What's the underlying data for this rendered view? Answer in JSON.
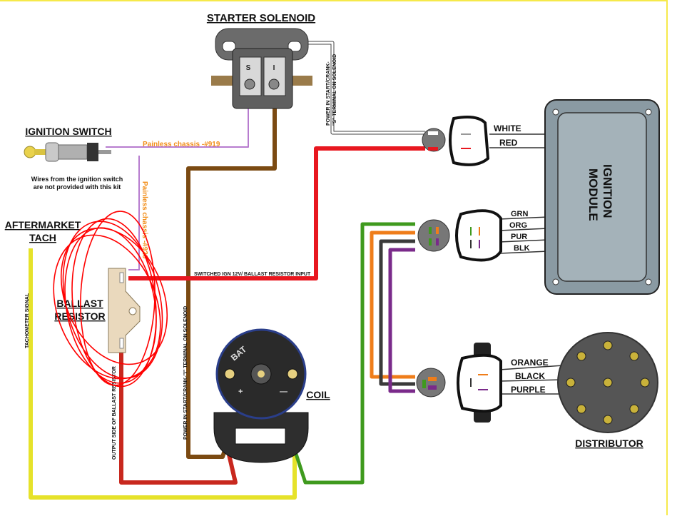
{
  "titles": {
    "starter_solenoid": "STARTER SOLENOID",
    "ignition_switch": "IGNITION SWITCH",
    "aftermarket": "AFTERMARKET",
    "tach": "TACH",
    "ballast_1": "BALLAST",
    "ballast_2": "RESISTOR",
    "coil": "COIL",
    "distributor": "DISTRIBUTOR",
    "ignition_module_1": "IGNITION",
    "ignition_module_2": "MODULE"
  },
  "notes": {
    "switch_wires_1": "Wires from the ignition switch",
    "switch_wires_2": "are not provided with this kit",
    "painless_919": "Painless chassis -#919",
    "painless_920": "Painless chassis -#920",
    "power_s_1": "POWER IN START/CRANK-",
    "power_s_2": "\"S\" TERMINAL ON SOLENOID",
    "power_i": "POWER IN START/CRANK-\"I\" TERMINAL ON SOLENOID",
    "switched_ign": "SWITCHED IGN 12V/ BALLAST RESISTOR INPUT",
    "tach_signal": "TACHOMETER SIGNAL",
    "output_ballast": "OUTPUT SIDE OF BALLAST RESISTOR",
    "solenoid_s": "S",
    "solenoid_i": "I",
    "coil_bat": "BAT",
    "coil_plus": "+",
    "coil_minus": "—"
  },
  "wires": {
    "white": "WHITE",
    "red": "RED",
    "grn": "GRN",
    "org": "ORG",
    "pur": "PUR",
    "blk": "BLK",
    "orange": "ORANGE",
    "black": "BLACK",
    "purple": "PURPLE"
  },
  "colors": {
    "wire_red": "#e8171f",
    "wire_brown": "#7b4a12",
    "wire_yellow": "#e6e22a",
    "wire_green": "#3f9a1e",
    "wire_orange": "#ef7d1a",
    "wire_purple": "#7a2a8a",
    "wire_violet": "#b77ccf",
    "wire_dark": "#3a3a3a",
    "painless_text": "#f28f1b",
    "annotation_red": "#ff0000",
    "module_fill": "#8a9aa3",
    "border_yellow": "#f6e94a"
  }
}
